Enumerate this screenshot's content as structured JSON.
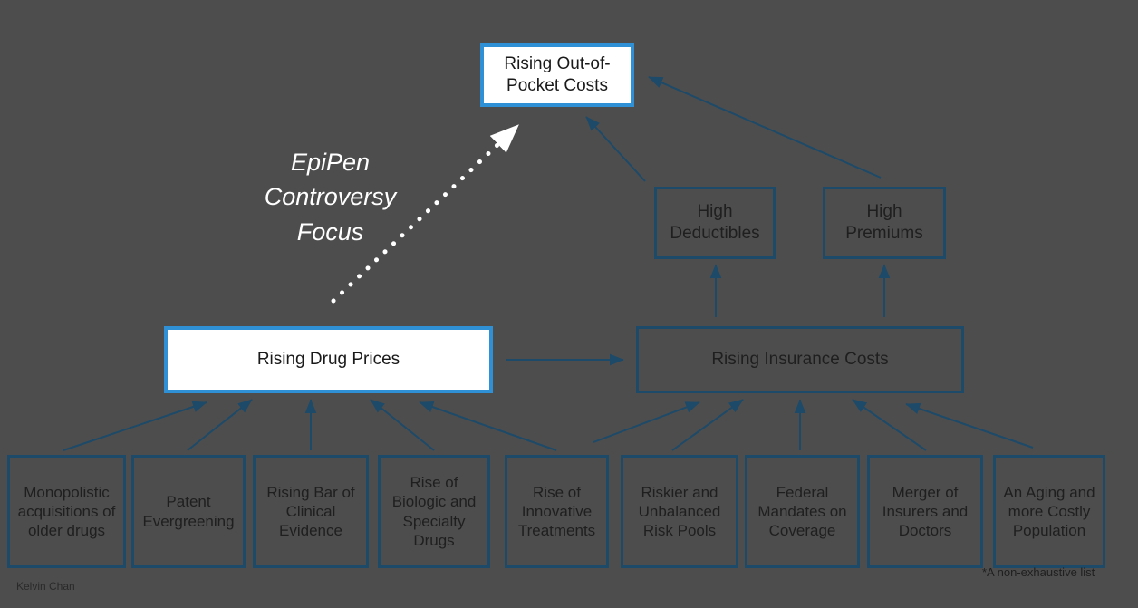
{
  "meta": {
    "background_color": "#4d4d4d",
    "accent_highlight_color": "#2f90d6",
    "box_border_color": "#1d4a68",
    "arrow_color": "#1d4a68",
    "annotation_color": "#ffffff"
  },
  "nodes": {
    "top": {
      "label": "Rising Out-of-Pocket Costs",
      "style": "highlight"
    },
    "deductibles": {
      "label": "High Deductibles",
      "style": "plain"
    },
    "premiums": {
      "label": "High Premiums",
      "style": "plain"
    },
    "drug_prices": {
      "label": "Rising Drug Prices",
      "style": "highlight"
    },
    "insurance_costs": {
      "label": "Rising Insurance Costs",
      "style": "plain"
    }
  },
  "drivers": [
    {
      "label": "Monopolistic acquisitions of older drugs",
      "feeds": "drug_prices"
    },
    {
      "label": "Patent Evergreening",
      "feeds": "drug_prices"
    },
    {
      "label": "Rising Bar of Clinical Evidence",
      "feeds": "drug_prices"
    },
    {
      "label": "Rise of Biologic and Specialty Drugs",
      "feeds": "drug_prices"
    },
    {
      "label": "Rise of Innovative Treatments",
      "feeds": "drug_prices"
    },
    {
      "label": "Riskier and Unbalanced Risk Pools",
      "feeds": "insurance_costs"
    },
    {
      "label": "Federal Mandates on Coverage",
      "feeds": "insurance_costs"
    },
    {
      "label": "Merger of Insurers and Doctors",
      "feeds": "insurance_costs"
    },
    {
      "label": "An Aging and more Costly Population",
      "feeds": "insurance_costs"
    }
  ],
  "annotation": {
    "focus_note": "EpiPen\nControversy\nFocus"
  },
  "footnote": "*A non-exhaustive list",
  "credit": "Kelvin Chan",
  "chart_data": {
    "type": "diagram",
    "title": "Rising Out-of-Pocket Costs",
    "edges": [
      {
        "from": "drug_prices",
        "to": "insurance_costs",
        "style": "solid"
      },
      {
        "from": "drug_prices",
        "to": "top",
        "style": "dotted",
        "note": "EpiPen Controversy Focus"
      },
      {
        "from": "deductibles",
        "to": "top",
        "style": "solid"
      },
      {
        "from": "premiums",
        "to": "top",
        "style": "solid"
      },
      {
        "from": "insurance_costs",
        "to": "deductibles",
        "style": "solid"
      },
      {
        "from": "insurance_costs",
        "to": "premiums",
        "style": "solid"
      },
      {
        "from": "driver-0",
        "to": "drug_prices",
        "style": "solid"
      },
      {
        "from": "driver-1",
        "to": "drug_prices",
        "style": "solid"
      },
      {
        "from": "driver-2",
        "to": "drug_prices",
        "style": "solid"
      },
      {
        "from": "driver-3",
        "to": "drug_prices",
        "style": "solid"
      },
      {
        "from": "driver-4",
        "to": "drug_prices",
        "style": "solid"
      },
      {
        "from": "driver-5",
        "to": "insurance_costs",
        "style": "solid"
      },
      {
        "from": "driver-6",
        "to": "insurance_costs",
        "style": "solid"
      },
      {
        "from": "driver-7",
        "to": "insurance_costs",
        "style": "solid"
      },
      {
        "from": "driver-8",
        "to": "insurance_costs",
        "style": "solid"
      }
    ]
  }
}
